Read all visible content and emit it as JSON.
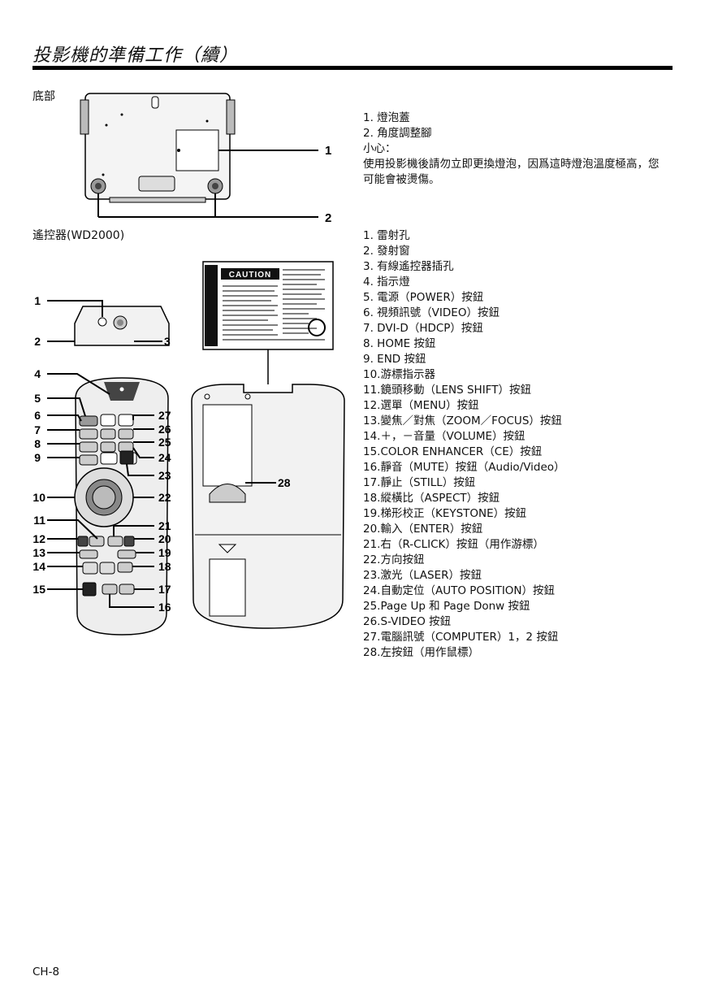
{
  "page": {
    "title": "投影機的準備工作（續）",
    "footer": "CH-8"
  },
  "bottom_section": {
    "label": "底部",
    "callouts": [
      "1",
      "2"
    ],
    "items": [
      "1.  燈泡蓋",
      "2.  角度調整腳"
    ],
    "caution_title": "小心：",
    "caution_text": "使用投影機後請勿立即更換燈泡，因爲這時燈泡溫度極高，您可能會被燙傷。"
  },
  "remote_section": {
    "label": "遙控器(WD2000)",
    "sticker_heading": "CAUTION",
    "left_callouts": [
      "1",
      "2",
      "4",
      "5",
      "6",
      "7",
      "8",
      "9",
      "10",
      "11",
      "12",
      "13",
      "14",
      "15"
    ],
    "right_callouts": [
      "3",
      "27",
      "26",
      "25",
      "24",
      "23",
      "22",
      "21",
      "20",
      "19",
      "18",
      "17",
      "16",
      "28"
    ],
    "items": [
      "1.  雷射孔",
      "2.  發射窗",
      "3.  有線遙控器插孔",
      "4.  指示燈",
      "5.  電源（POWER）按鈕",
      "6.  視頻訊號（VIDEO）按鈕",
      "7.  DVI-D（HDCP）按鈕",
      "8.  HOME 按鈕",
      "9.  END 按鈕",
      "10.游標指示器",
      "11.鏡頭移動（LENS SHIFT）按鈕",
      "12.選單（MENU）按鈕",
      "13.變焦／對焦（ZOOM／FOCUS）按鈕",
      "14.＋，－音量（VOLUME）按鈕",
      "15.COLOR ENHANCER（CE）按鈕",
      "16.靜音（MUTE）按鈕（Audio/Video）",
      "17.靜止（STILL）按鈕",
      "18.縱橫比（ASPECT）按鈕",
      "19.梯形校正（KEYSTONE）按鈕",
      "20.輸入（ENTER）按鈕",
      "21.右（R-CLICK）按鈕（用作游標）",
      "22.方向按鈕",
      "23.激光（LASER）按鈕",
      "24.自動定位（AUTO POSITION）按鈕",
      "25.Page Up 和 Page Donw 按鈕",
      "26.S-VIDEO 按鈕",
      "27.電腦訊號（COMPUTER）1，2 按鈕",
      "28.左按鈕（用作鼠標）"
    ]
  }
}
